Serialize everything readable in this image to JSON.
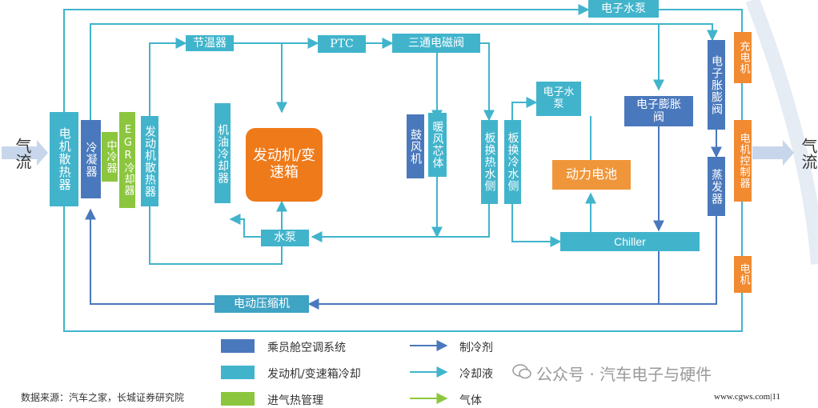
{
  "labels": {
    "airflow_in": "气流",
    "airflow_out": "气流",
    "e_water_pump_top": "电子水泵",
    "thermostat": "节温器",
    "ptc": "PTC",
    "three_way_valve": "三通电磁阀",
    "motor_radiator": "电机散热器",
    "condenser": "冷凝器",
    "intercooler": "中冷器",
    "egr_cooler": "EGR冷却器",
    "engine_radiator": "发动机散热器",
    "oil_cooler": "机油冷却器",
    "engine_gearbox": "发动机/变速箱",
    "water_pump": "水泵",
    "blower": "鼓风机",
    "heater_core": "暖风芯体",
    "plate_hx_hot": "板换热水侧",
    "plate_hx_cold": "板换冷水侧",
    "e_water_pump_mid": "电子水泵",
    "power_battery": "动力电池",
    "e_expansion_valve_mid": "电子膨胀阀",
    "chiller": "Chiller",
    "e_expansion_valve_right": "电子胀膨阀",
    "evaporator": "蒸发器",
    "charger": "充电机",
    "motor_controller": "电机控制器",
    "motor": "电机",
    "e_compressor": "电动压缩机"
  },
  "legend": {
    "boxes": [
      {
        "label": "乘员舱空调系统",
        "color": "#4a78bc"
      },
      {
        "label": "发动机/变速箱冷却",
        "color": "#41b4cc"
      },
      {
        "label": "进气热管理",
        "color": "#8cc63f"
      }
    ],
    "lines": [
      {
        "label": "制冷剂",
        "color": "#4a78bc"
      },
      {
        "label": "冷却液",
        "color": "#41b4cc"
      },
      {
        "label": "气体",
        "color": "#8cc63f"
      }
    ]
  },
  "colors": {
    "coolant": "#41b4cc",
    "refrigerant": "#4a78bc",
    "intake": "#8cc63f",
    "electric": "#f18a30"
  },
  "footer": {
    "source": "数据来源：汽车之家，长城证券研究院",
    "watermark": "公众号 · 汽车电子与硬件",
    "site": "www.cgws.com",
    "page": "11"
  }
}
